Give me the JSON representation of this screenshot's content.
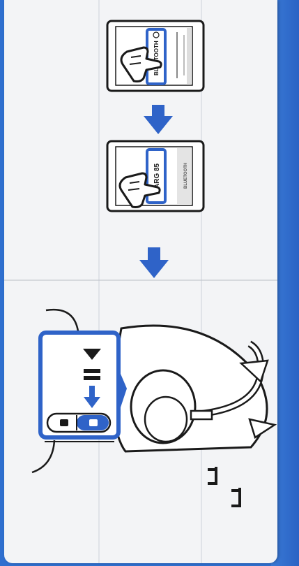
{
  "step1_phone": {
    "button_label": "BLUETOOTH"
  },
  "step2_phone": {
    "device_name": "ARG 85",
    "header_label": "BLUETOOTH"
  },
  "colors": {
    "accent_blue": "#2f63c8",
    "ink": "#1a1a1a",
    "paper": "#f3f4f6"
  }
}
